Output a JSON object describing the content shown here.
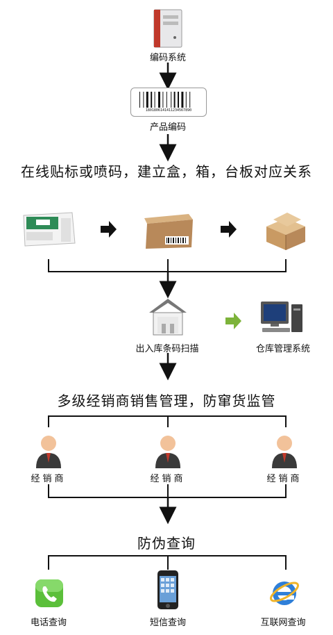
{
  "nodes": {
    "coding_system": "编码系统",
    "product_code": "产品编码",
    "step_label_1": "在线贴标或喷码，建立盒，箱，台板对应关系",
    "inout_scan": "出入库条码扫描",
    "warehouse_system": "仓库管理系统",
    "step_label_2": "多级经销商销售管理，防窜货监管",
    "dealer_1": "经销商",
    "dealer_2": "经销商",
    "dealer_3": "经销商",
    "step_label_3": "防伪查询",
    "phone_query": "电话查询",
    "sms_query": "短信查询",
    "internet_query": "互联网查询"
  },
  "barcode_digits": "1801806141411234567890",
  "colors": {
    "arrow": "#111111",
    "green_arrow": "#7db33a",
    "box": "#b8895a",
    "server_red": "#c0392b"
  },
  "icons": [
    "server-icon",
    "barcode-icon",
    "label-box-icon",
    "carton-icon",
    "stacked-cartons-icon",
    "warehouse-icon",
    "computer-icon",
    "dealer-person-icon",
    "phone-icon",
    "mobile-icon",
    "ie-icon"
  ]
}
